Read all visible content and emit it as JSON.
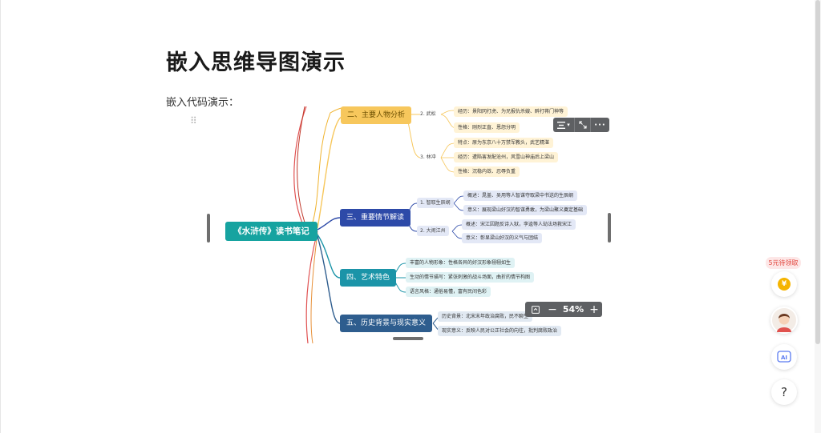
{
  "document": {
    "title": "嵌入思维导图演示",
    "paragraph": "嵌入代码演示："
  },
  "mindmap": {
    "root": "《水浒传》读书笔记",
    "branches": [
      {
        "label": "二、主要人物分析",
        "color": "#f7c75c",
        "text_color": "#6b4e00"
      },
      {
        "label": "三、重要情节解读",
        "color": "#2d4aa8",
        "text_color": "#ffffff"
      },
      {
        "label": "四、艺术特色",
        "color": "#1b94a8",
        "text_color": "#ffffff"
      },
      {
        "label": "五、历史背景与现实意义",
        "color": "#2e5d8e",
        "text_color": "#ffffff"
      }
    ],
    "characters": [
      {
        "label": "2. 武松",
        "items": [
          "经历：景阳冈打虎、为兄报仇杀嫂、醉打蒋门神等",
          "性格：刚烈正直、恩怨分明"
        ]
      },
      {
        "label": "3. 林冲",
        "items": [
          "特点：原为东京八十万禁军教头，武艺精湛",
          "经历：遭陷害发配沧州，风雪山神庙后上梁山",
          "性格：沉稳内敛、忍辱负重"
        ]
      }
    ],
    "plots": [
      {
        "label": "1. 智取生辰纲",
        "items": [
          "概述：晁盖、吴用等人智谋夺取梁中书送的生辰纲",
          "意义：展现梁山好汉的智谋勇敢，为梁山聚义奠定基础"
        ]
      },
      {
        "label": "2. 大闹江州",
        "items": [
          "概述：宋江因题反诗入狱，李逵等人劫法场救宋江",
          "意义：彰显梁山好汉的义气与团结"
        ]
      }
    ],
    "art": [
      "丰富的人物形象：性格各异的好汉形象栩栩如生",
      "生动的情节描写：紧张刺激的战斗场面，曲折的情节构图",
      "语言风格：通俗易懂，富有民间色彩"
    ],
    "history": [
      "历史背景：北宋末年政治腐败，民不聊生",
      "现实意义：反映人民对公正社会的向往，批判腐败政治"
    ]
  },
  "toolbar": {
    "align_icon": "align-icon",
    "align_caret": "▾",
    "expand_icon": "expand-icon",
    "more_label": "···"
  },
  "zoom": {
    "fit_icon": "fit-screen-icon",
    "minus": "−",
    "value": "54%",
    "plus": "+"
  },
  "sidebar": {
    "promo_label": "5元待领取",
    "coin_symbol": "¥",
    "help_label": "?"
  },
  "colors": {
    "root": "#16a3a0",
    "promo_text": "#e2473f",
    "toolbar": "#5e6063"
  }
}
